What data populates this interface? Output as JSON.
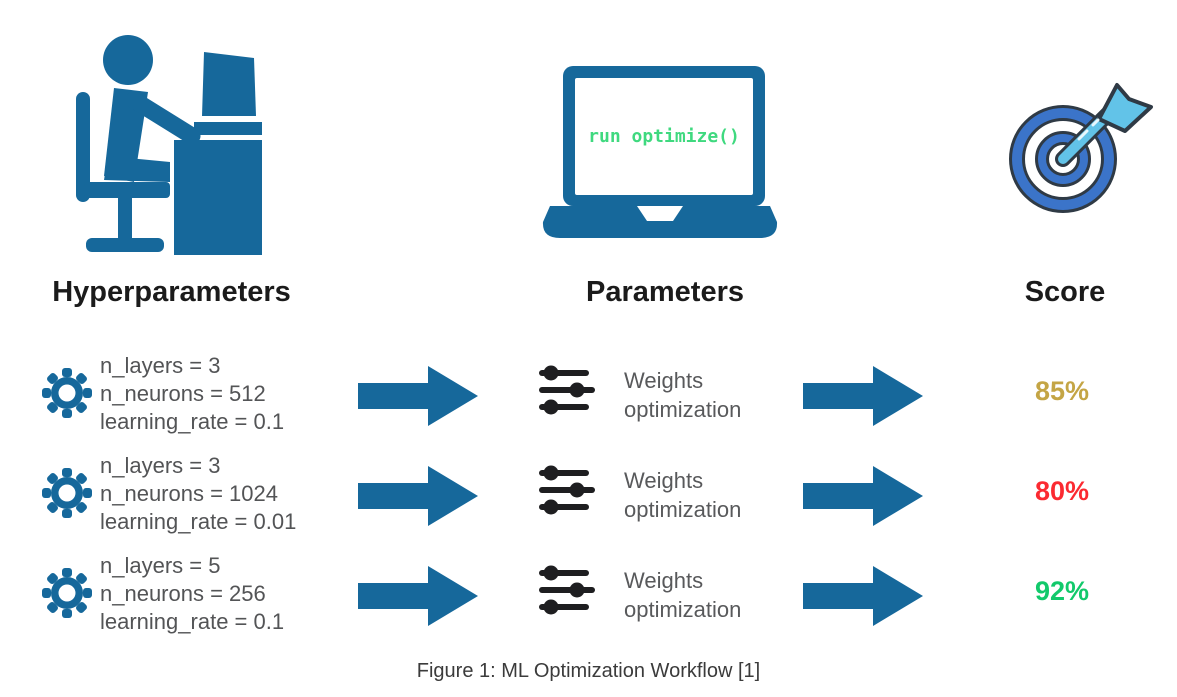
{
  "figure": {
    "caption": "Figure 1: ML Optimization Workflow [1]"
  },
  "header": {
    "columns": [
      {
        "label": "Hyperparameters",
        "icon": "person-at-desk-icon"
      },
      {
        "label": "Parameters",
        "icon": "laptop-icon"
      },
      {
        "label": "Score",
        "icon": "target-icon"
      }
    ]
  },
  "laptop": {
    "screen_code": "run optimize()"
  },
  "rows": [
    {
      "hyperparameters": [
        "n_layers = 3",
        "n_neurons = 512",
        "learning_rate = 0.1"
      ],
      "process": [
        "Weights",
        "optimization"
      ],
      "score": "85%",
      "score_color": "#c4a545"
    },
    {
      "hyperparameters": [
        "n_layers = 3",
        "n_neurons = 1024",
        "learning_rate = 0.01"
      ],
      "process": [
        "Weights",
        "optimization"
      ],
      "score": "80%",
      "score_color": "#fb2a31"
    },
    {
      "hyperparameters": [
        "n_layers = 5",
        "n_neurons = 256",
        "learning_rate = 0.1"
      ],
      "process": [
        "Weights",
        "optimization"
      ],
      "score": "92%",
      "score_color": "#12c96b"
    }
  ],
  "colors": {
    "primary_blue": "#16689b",
    "code_green": "#3fd97f",
    "icon_dark": "#1e1e20",
    "ring_blue": "#3b74c9",
    "dart_light_blue": "#62c3e8",
    "outline_dark": "#2f3a45"
  }
}
